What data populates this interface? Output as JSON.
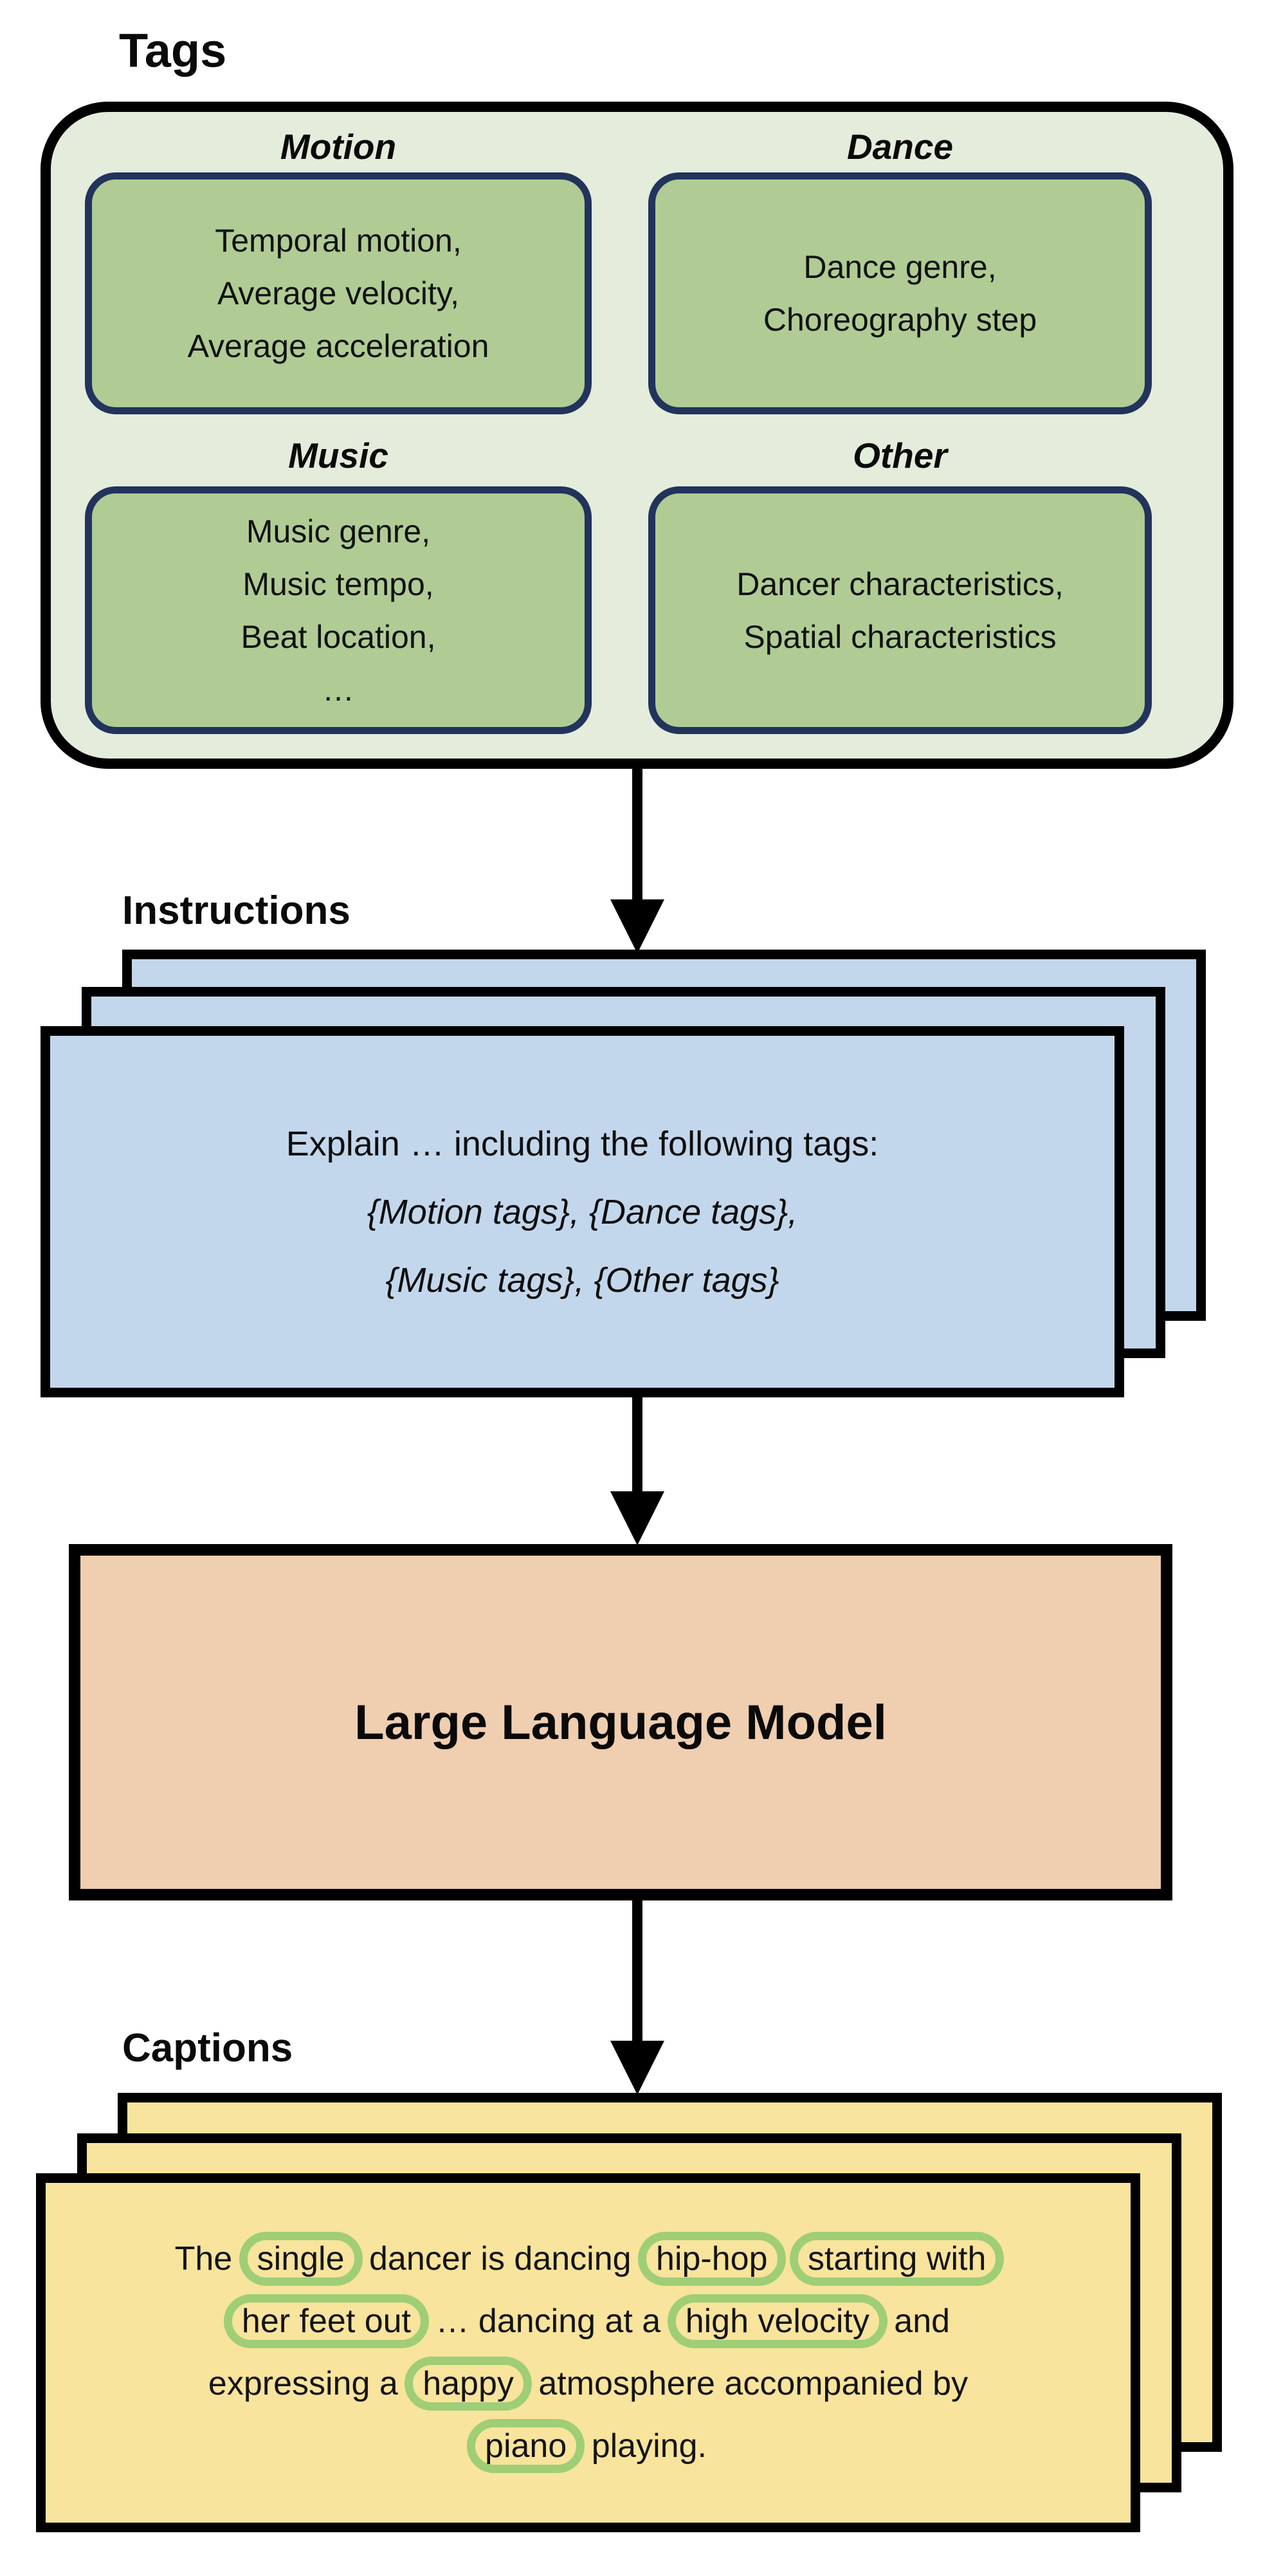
{
  "colors": {
    "outer_bg": "#e4ecdb",
    "tag_bg": "#b0cc94",
    "tag_border": "#22335c",
    "card_blue": "#c3d7ec",
    "llm_bg": "#f0ceb0",
    "card_yellow": "#f8e49c",
    "highlight": "#9fce77"
  },
  "tags": {
    "label": "Tags",
    "categories": [
      {
        "name": "Motion",
        "lines": [
          "Temporal motion,",
          "Average velocity,",
          "Average acceleration"
        ]
      },
      {
        "name": "Dance",
        "lines": [
          "Dance genre,",
          "Choreography step"
        ]
      },
      {
        "name": "Music",
        "lines": [
          "Music genre,",
          "Music tempo,",
          "Beat location,",
          "…"
        ]
      },
      {
        "name": "Other",
        "lines": [
          "Dancer characteristics,",
          "Spatial characteristics"
        ]
      }
    ]
  },
  "instructions": {
    "label": "Instructions",
    "lines": [
      "Explain … including the following tags:",
      "{Motion tags}, {Dance tags},",
      "{Music tags}, {Other tags}"
    ]
  },
  "llm": {
    "label": "Large Language Model"
  },
  "captions": {
    "label": "Captions",
    "lines": [
      {
        "segments": [
          {
            "text": "The "
          },
          {
            "text": "single",
            "highlight": true
          },
          {
            "text": " dancer is dancing "
          },
          {
            "text": "hip-hop",
            "highlight": true
          },
          {
            "text": " "
          },
          {
            "text": "starting with",
            "highlight": true
          }
        ]
      },
      {
        "segments": [
          {
            "text": "her feet out",
            "highlight": true
          },
          {
            "text": " … dancing at a "
          },
          {
            "text": "high velocity",
            "highlight": true
          },
          {
            "text": " and"
          }
        ]
      },
      {
        "segments": [
          {
            "text": "expressing a "
          },
          {
            "text": "happy",
            "highlight": true
          },
          {
            "text": " atmosphere accompanied by"
          }
        ]
      },
      {
        "segments": [
          {
            "text": "piano",
            "highlight": true
          },
          {
            "text": " playing."
          }
        ]
      }
    ]
  }
}
